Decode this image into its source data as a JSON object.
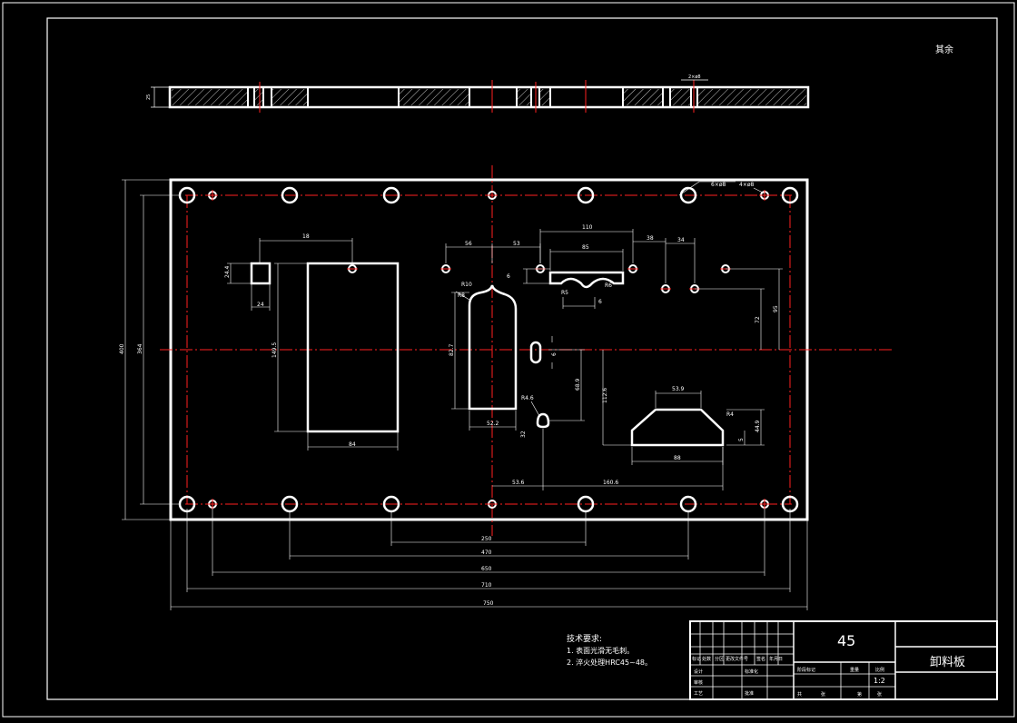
{
  "drawing": {
    "corner_note": "其余",
    "part_name": "卸料板",
    "material": "45",
    "scale": "1:2",
    "side_thickness_label": "25",
    "side_hole_label": "2×ø8",
    "tech_requirements": {
      "title": "技术要求:",
      "items": [
        "1. 表面光滑无毛刺。",
        "2. 淬火处理HRC45~48。"
      ]
    },
    "title_block": {
      "row_labels": [
        "标记",
        "处数",
        "分区",
        "更改文件号",
        "签名",
        "年月日"
      ],
      "left_labels": [
        "设计",
        "审核",
        "工艺",
        "标准化",
        "批准"
      ],
      "stage_label": "阶段标记",
      "weight_label": "重量",
      "scale_label": "比例",
      "sheet_labels": [
        "共",
        "张",
        "第",
        "张"
      ]
    },
    "dimensions": {
      "overall_length": "750",
      "d730": "710",
      "d650": "650",
      "d470": "470",
      "d250": "250",
      "overall_height": "400",
      "inner_height": "364",
      "hole_note": "6×ø8",
      "hole_note2": "4×ø8",
      "rect_w": "84",
      "rect_h": "149.5",
      "top_18": "18",
      "small_sq": "24",
      "small_sq_h": "24.4",
      "d56": "56",
      "d53": "53",
      "d110": "110",
      "d85": "85",
      "d38": "38",
      "d34": "34",
      "d72": "72",
      "d95": "95",
      "r10": "R10",
      "r8": "R8",
      "r5": "R5",
      "r6": "R6",
      "r4": "R4",
      "d6a": "6",
      "d6b": "6",
      "h82": "82.7",
      "w52": "52.2",
      "h68": "68.9",
      "slot_6": "6",
      "d32": "32",
      "d52b": "53.9",
      "h112": "112.6",
      "bottom_88": "88",
      "h44": "44.9",
      "h5": "5",
      "d53b": "53.6",
      "d160": "160.6",
      "r46": "R4.6"
    }
  }
}
